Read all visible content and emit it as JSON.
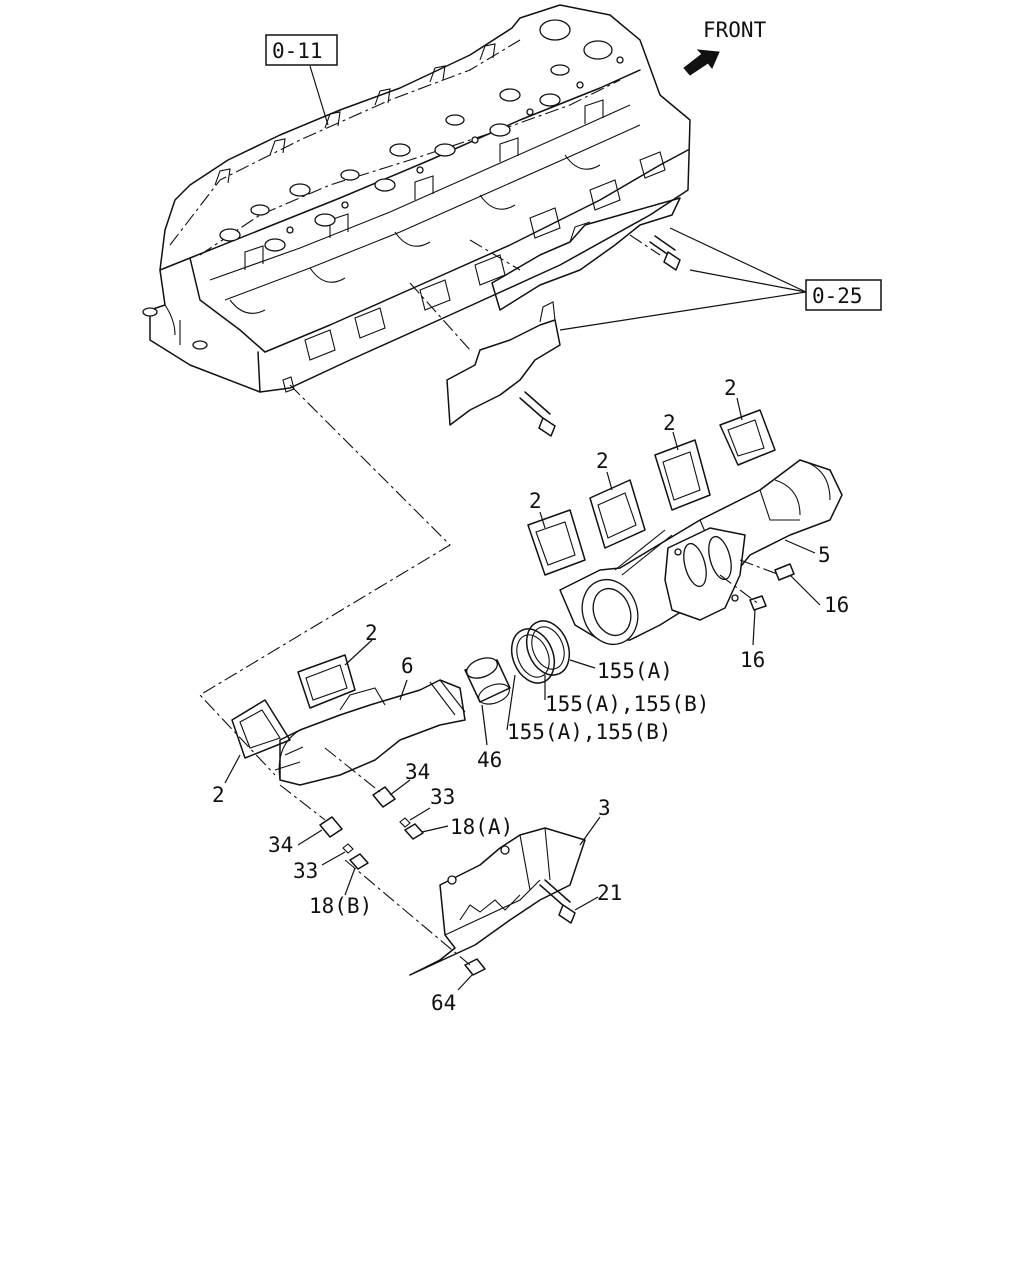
{
  "direction_label": "FRONT",
  "refs": {
    "cylinder_head": "0-11",
    "heat_shield": "0-25"
  },
  "callouts": [
    {
      "id": "c2a",
      "text": "2"
    },
    {
      "id": "c2b",
      "text": "2"
    },
    {
      "id": "c2c",
      "text": "2"
    },
    {
      "id": "c2d",
      "text": "2"
    },
    {
      "id": "c2e",
      "text": "2"
    },
    {
      "id": "c2f",
      "text": "2"
    },
    {
      "id": "c5",
      "text": "5"
    },
    {
      "id": "c16a",
      "text": "16"
    },
    {
      "id": "c16b",
      "text": "16"
    },
    {
      "id": "c155a",
      "text": "155(A)"
    },
    {
      "id": "c155ab1",
      "text": "155(A),155(B)"
    },
    {
      "id": "c155ab2",
      "text": "155(A),155(B)"
    },
    {
      "id": "c6",
      "text": "6"
    },
    {
      "id": "c46",
      "text": "46"
    },
    {
      "id": "c34a",
      "text": "34"
    },
    {
      "id": "c33a",
      "text": "33"
    },
    {
      "id": "c18a",
      "text": "18(A)"
    },
    {
      "id": "c34b",
      "text": "34"
    },
    {
      "id": "c33b",
      "text": "33"
    },
    {
      "id": "c18b",
      "text": "18(B)"
    },
    {
      "id": "c3",
      "text": "3"
    },
    {
      "id": "c21",
      "text": "21"
    },
    {
      "id": "c64",
      "text": "64"
    }
  ]
}
